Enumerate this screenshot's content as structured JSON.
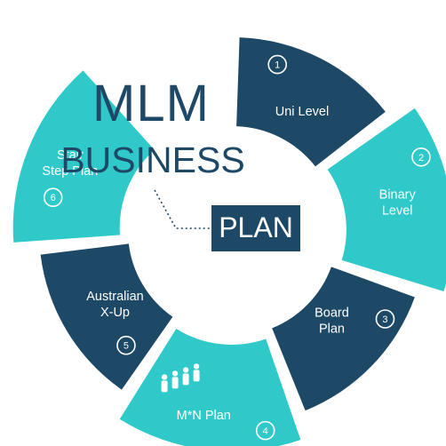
{
  "title": {
    "line1": "MLM",
    "line2": "BUSINESS",
    "badge": "PLAN"
  },
  "colors": {
    "dark": "#1d4866",
    "light": "#2fc9c9",
    "title": "#1d4866",
    "number_ring": "#ffffff"
  },
  "segments": [
    {
      "number": "1",
      "lines": [
        "Uni Level"
      ],
      "color": "dark",
      "icon": ""
    },
    {
      "number": "2",
      "lines": [
        "Binary",
        "Level"
      ],
      "color": "light",
      "icon": ""
    },
    {
      "number": "3",
      "lines": [
        "Board",
        "Plan"
      ],
      "color": "dark",
      "icon": ""
    },
    {
      "number": "4",
      "lines": [
        "M*N Plan"
      ],
      "color": "light",
      "icon": "people-hierarchy-icon"
    },
    {
      "number": "5",
      "lines": [
        "Australian",
        "X-Up"
      ],
      "color": "dark",
      "icon": ""
    },
    {
      "number": "6",
      "lines": [
        "Stair",
        "Step Plan"
      ],
      "color": "light",
      "icon": ""
    }
  ]
}
